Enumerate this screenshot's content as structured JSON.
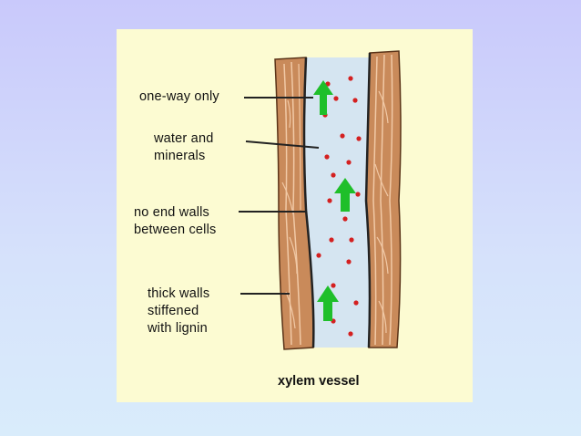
{
  "diagram": {
    "title": "xylem vessel",
    "labels": {
      "one_way": "one-way only",
      "water_1": "water and",
      "water_2": "minerals",
      "noend_1": "no end walls",
      "noend_2": "between cells",
      "thick_1": "thick walls",
      "thick_2": "stiffened",
      "thick_3": "with lignin"
    },
    "colors": {
      "background_top": "#c9c9fb",
      "panel": "#fcfbd2",
      "wall": "#c98a5a",
      "wall_stripe": "#f1c9a6",
      "lumen": "#d5e5f1",
      "particle": "#d42020",
      "arrow": "#1fbf2a"
    },
    "icons": [
      "flow-arrow-icon",
      "water-particle"
    ]
  }
}
